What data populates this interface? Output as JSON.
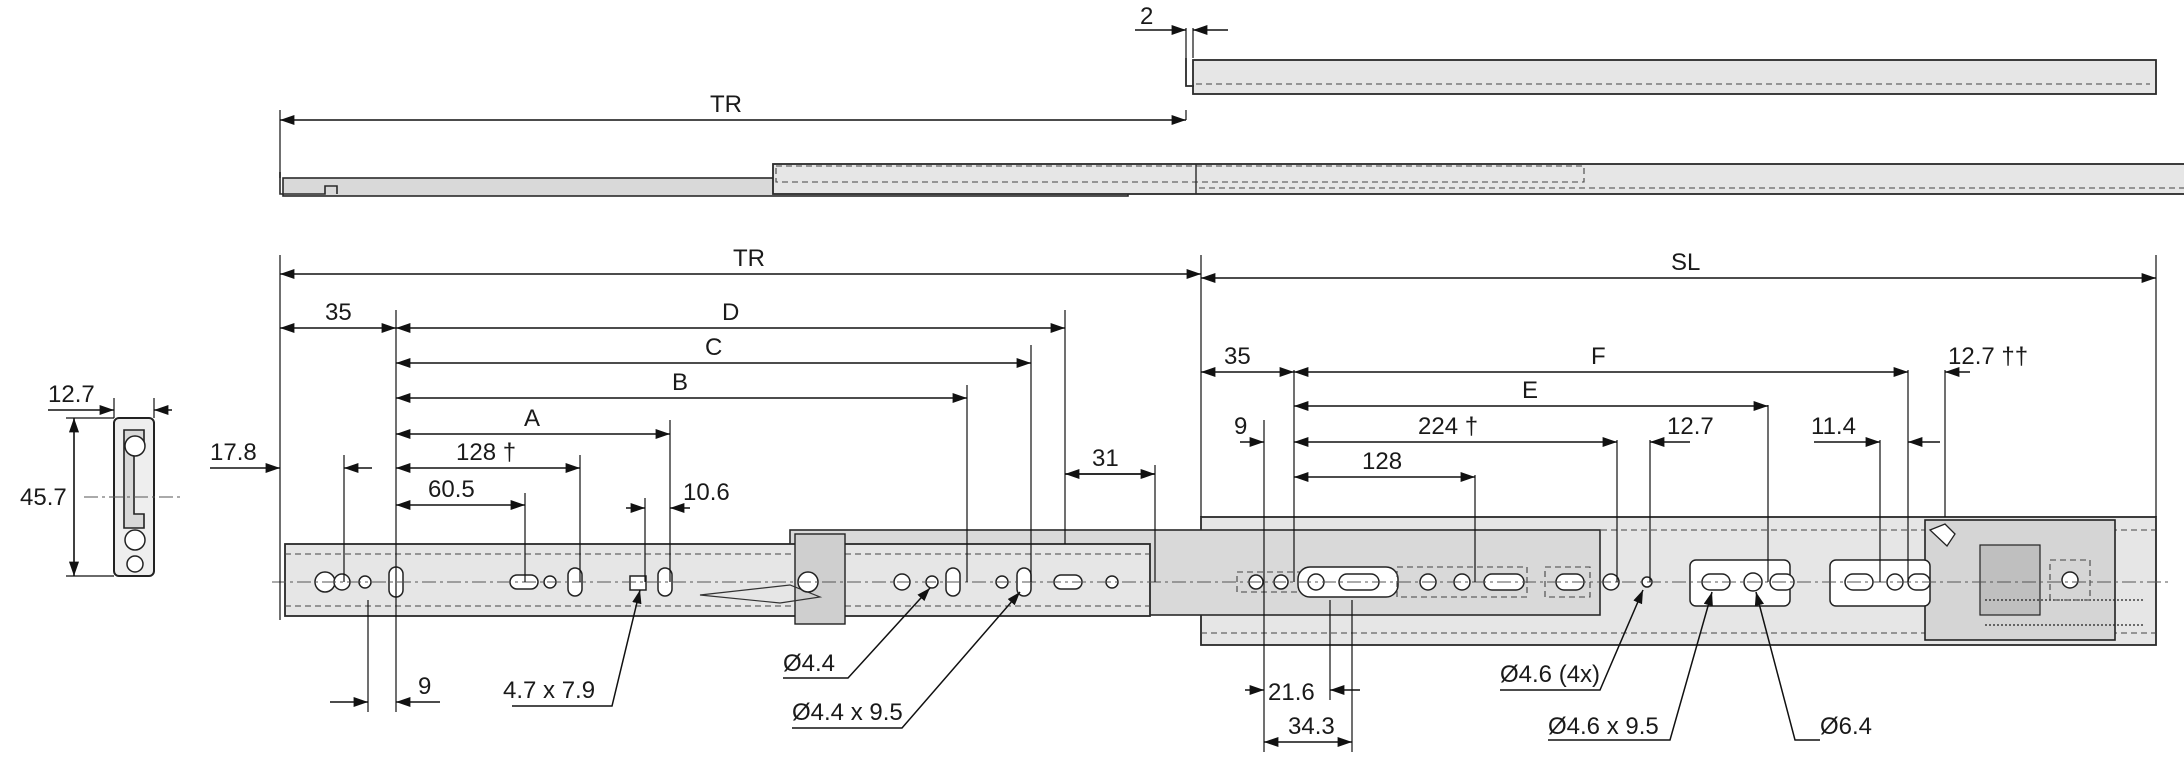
{
  "dimensions": {
    "side_width": "12.7",
    "side_height": "45.7",
    "offset_top": "2",
    "tr_top": "TR",
    "tr_main": "TR",
    "sl": "SL",
    "d35_left": "35",
    "d_D": "D",
    "d_C": "C",
    "d_B": "B",
    "d_A": "A",
    "d128_dagger_left": "128 †",
    "d60_5": "60.5",
    "d10_6": "10.6",
    "d17_8": "17.8",
    "d31": "31",
    "d9_left": "9",
    "d35_right": "35",
    "d_F": "F",
    "d_E": "E",
    "d224_dagger": "224 †",
    "d128_right": "128",
    "d9_right": "9",
    "d12_7_mid": "12.7",
    "d11_4": "11.4",
    "d12_7_daggers": "12.7 ††",
    "d21_6": "21.6",
    "d34_3": "34.3"
  },
  "callouts": {
    "slot_4_7x7_9": "4.7 x 7.9",
    "hole_4_4": "Ø4.4",
    "slot_4_4x9_5": "Ø4.4 x 9.5",
    "hole_4_6_4x": "Ø4.6 (4x)",
    "slot_4_6x9_5": "Ø4.6 x 9.5",
    "hole_6_4": "Ø6.4"
  }
}
